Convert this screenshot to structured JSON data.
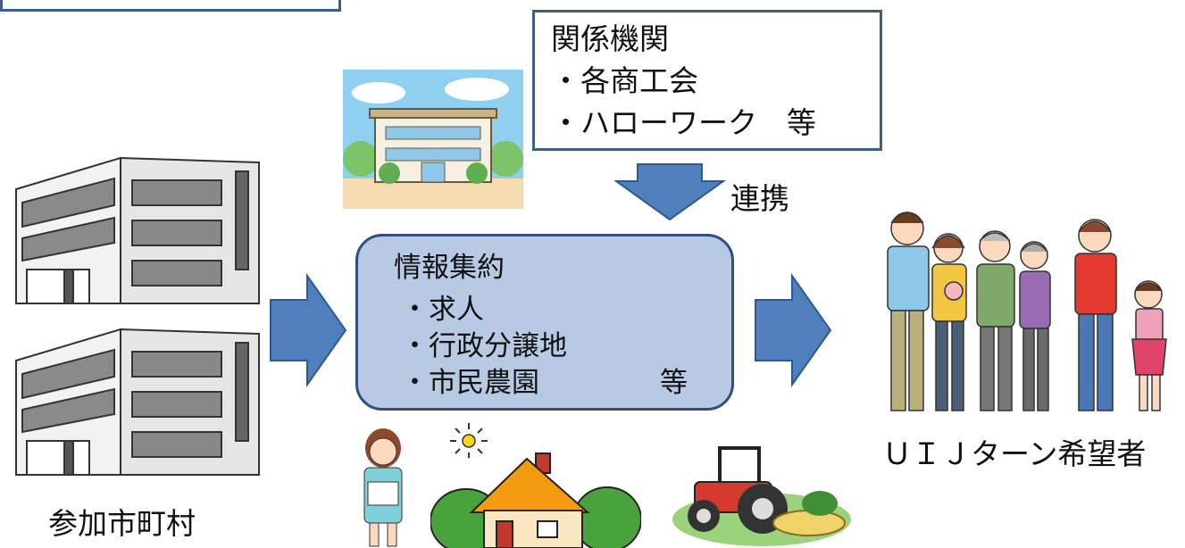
{
  "top_box": {
    "title": "関係機関",
    "items": [
      "・各商工会",
      "・ハローワーク　等"
    ]
  },
  "link_label": "連携",
  "center_box": {
    "title": "情報集約",
    "items": [
      "・求人",
      "・行政分譲地",
      "・市民農園"
    ],
    "etc": "等"
  },
  "left_label": "参加市町村",
  "right_label": "ＵＩＪターン希望者",
  "colors": {
    "arrow_fill": "#4f7fbd",
    "arrow_stroke": "#2f5a8f",
    "center_box_fill": "#b7c9e3",
    "box_border": "#3e5f86"
  },
  "icons": [
    "municipal-building-icon",
    "public-office-icon",
    "woman-icon",
    "house-icon",
    "sun-icon",
    "tractor-icon",
    "family-icon"
  ]
}
